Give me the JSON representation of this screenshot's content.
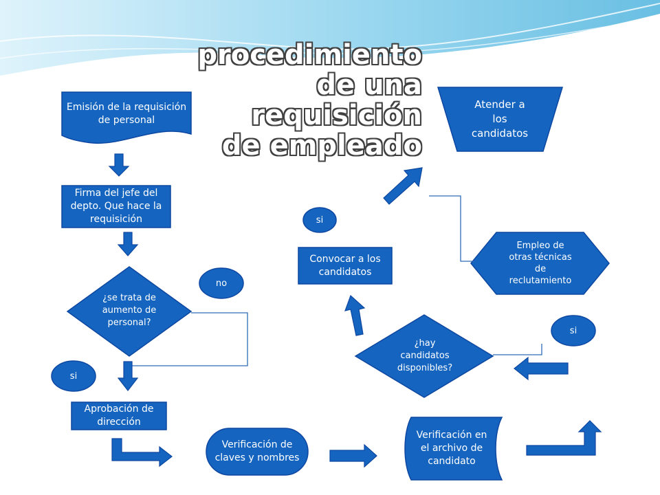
{
  "title": {
    "lines": [
      "procedimiento",
      "de una",
      "requisición",
      "de empleado"
    ]
  },
  "nodes": {
    "emision": "Emisión de la requisición de personal",
    "firma": "Firma del jefe del depto. Que hace la requisición",
    "decision_aumento": "¿se trata de aumento de personal?",
    "no_label": "no",
    "si_label_left": "si",
    "aprobacion": "Aprobación de dirección",
    "verificacion_claves": "Verificación de claves y nombres",
    "verificacion_archivo": "Verificación en el archivo de candidato",
    "decision_candidatos": "¿hay candidatos disponibles?",
    "si_label_right": "si",
    "convocar": "Convocar a los candidatos",
    "si_label_top": "si",
    "empleo_otras": "Empleo de otras técnicas de reclutamiento",
    "atender": "Atender a los candidatos"
  },
  "colors": {
    "shape_fill": "#1565c0",
    "shape_stroke": "#0d47a1",
    "connector": "#2e6bb8",
    "title_outline": "#404040",
    "wave": "#a9dff2"
  }
}
